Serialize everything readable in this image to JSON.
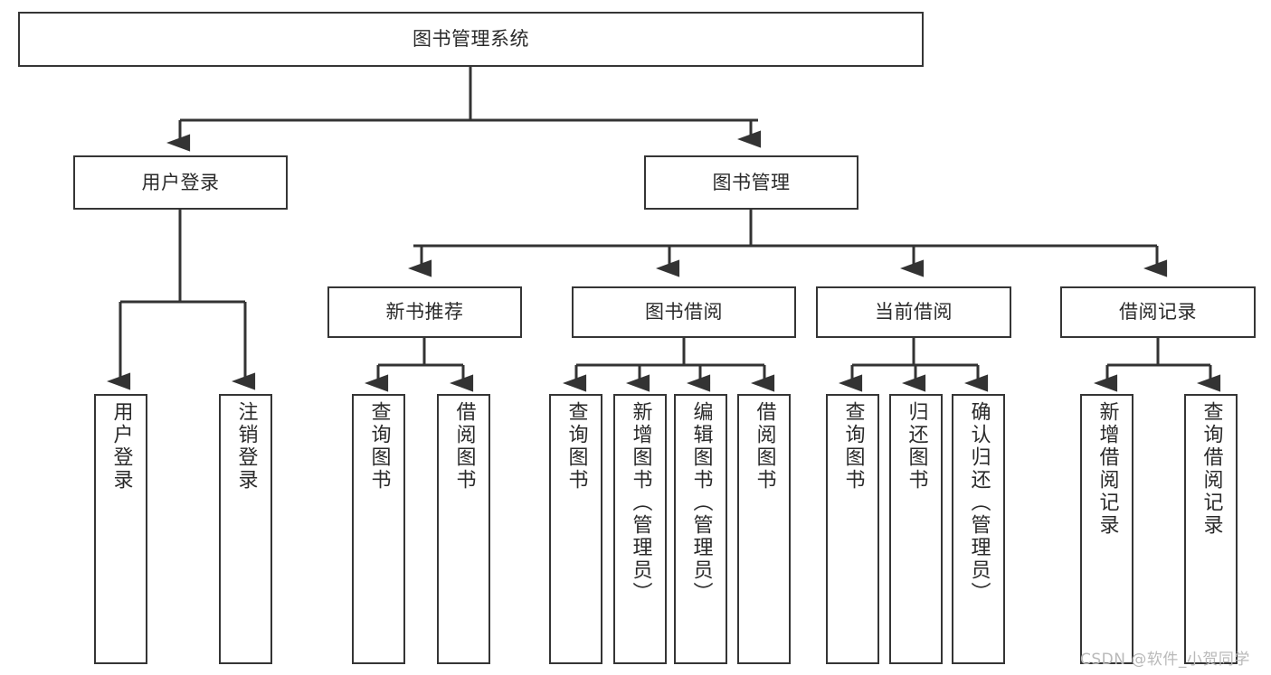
{
  "diagram": {
    "title": "图书管理系统",
    "type": "tree-hierarchy",
    "colors": {
      "box_stroke": "#353535",
      "box_fill": "#ffffff",
      "connector": "#333333",
      "text": "#2a2a2a",
      "watermark": "#b9b9b9"
    },
    "root": {
      "label": "图书管理系统"
    },
    "level2": [
      {
        "label": "用户登录"
      },
      {
        "label": "图书管理"
      }
    ],
    "level3": [
      {
        "label": "新书推荐"
      },
      {
        "label": "图书借阅"
      },
      {
        "label": "当前借阅"
      },
      {
        "label": "借阅记录"
      }
    ],
    "leaves_user_login": [
      {
        "label": "用户登录"
      },
      {
        "label": "注销登录"
      }
    ],
    "leaves_new_book": [
      {
        "label": "查询图书"
      },
      {
        "label": "借阅图书"
      }
    ],
    "leaves_borrow": [
      {
        "label": "查询图书"
      },
      {
        "label": "新增图书（管理员）"
      },
      {
        "label": "编辑图书（管理员）"
      },
      {
        "label": "借阅图书"
      }
    ],
    "leaves_current": [
      {
        "label": "查询图书"
      },
      {
        "label": "归还图书"
      },
      {
        "label": "确认归还（管理员）"
      }
    ],
    "leaves_record": [
      {
        "label": "新增借阅记录"
      },
      {
        "label": "查询借阅记录"
      }
    ],
    "watermark": "CSDN @软件_小贺同学"
  }
}
